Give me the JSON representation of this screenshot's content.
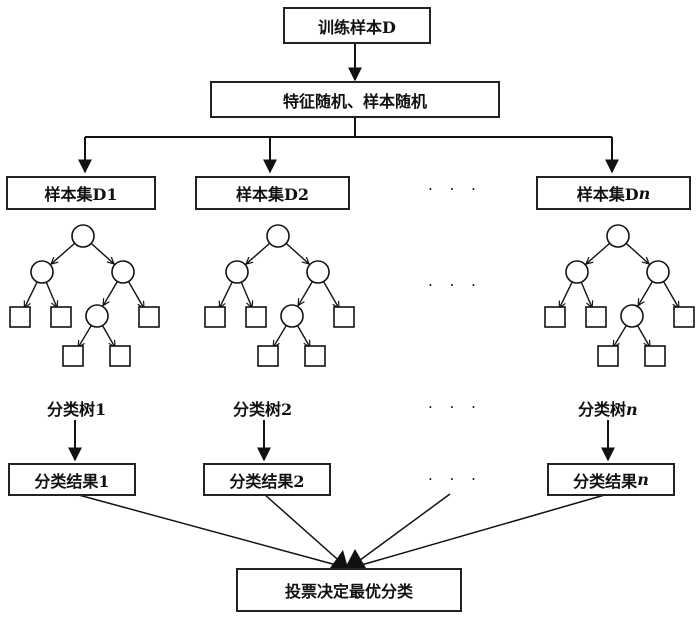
{
  "top": {
    "title": "训练样本D"
  },
  "sampling": {
    "label": "特征随机、样本随机"
  },
  "sample_sets": [
    {
      "label": "样本集D1"
    },
    {
      "label": "样本集D2"
    },
    {
      "label": "样本集D",
      "suffix": "n"
    }
  ],
  "trees": [
    {
      "label": "分类树1"
    },
    {
      "label": "分类树2"
    },
    {
      "label": "分类树",
      "suffix": "n"
    }
  ],
  "results": [
    {
      "label": "分类结果1"
    },
    {
      "label": "分类结果2"
    },
    {
      "label": "分类结果",
      "suffix": "n"
    }
  ],
  "ellipsis": "· · ·",
  "final": {
    "label": "投票决定最优分类"
  }
}
